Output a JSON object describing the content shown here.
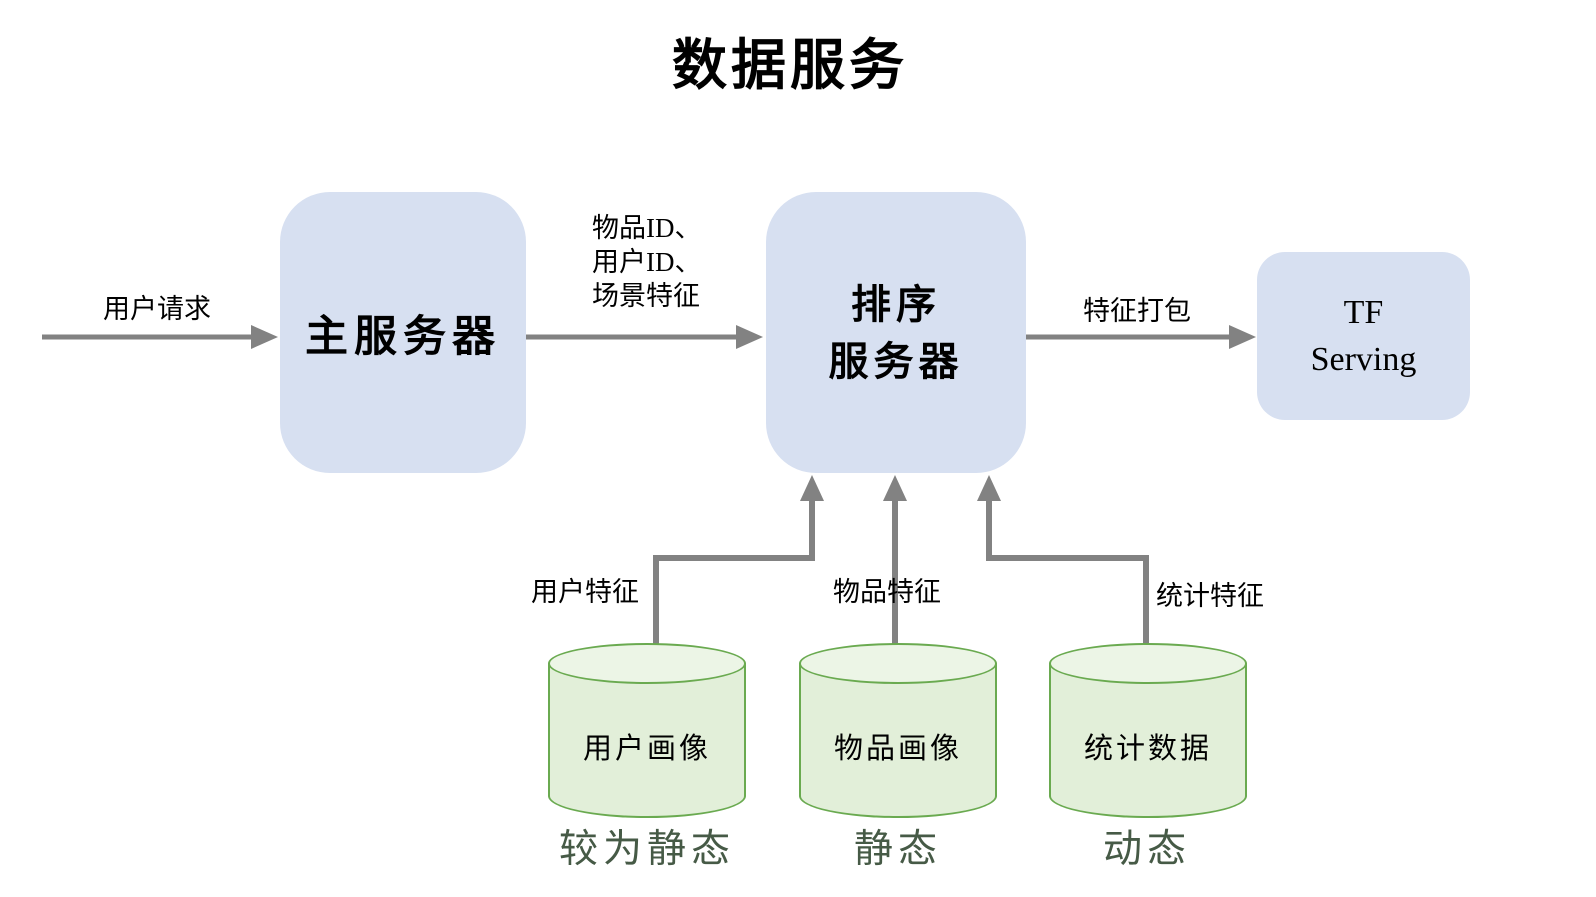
{
  "title": "数据服务",
  "colors": {
    "box_fill": "#d7e0f1",
    "cylinder_fill": "#e2efd9",
    "cylinder_top_fill": "#ecf5e6",
    "cylinder_border": "#6aaa50",
    "arrow": "#828282",
    "caption_text": "#465a46",
    "text": "#000000",
    "background": "#ffffff"
  },
  "nodes": {
    "main_server": {
      "label": "主服务器"
    },
    "ranking_server": {
      "lines": [
        "排序",
        "服务器"
      ]
    },
    "tf_serving": {
      "lines": [
        "TF",
        "Serving"
      ]
    }
  },
  "edges": {
    "user_request": {
      "label": "用户请求"
    },
    "request_payload": {
      "lines": [
        "物品ID、",
        "用户ID、",
        "场景特征"
      ]
    },
    "feature_packing": {
      "label": "特征打包"
    },
    "user_features": {
      "label": "用户特征"
    },
    "item_features": {
      "label": "物品特征"
    },
    "stat_features": {
      "label": "统计特征"
    }
  },
  "databases": [
    {
      "label": "用户画像",
      "caption": "较为静态"
    },
    {
      "label": "物品画像",
      "caption": "静态"
    },
    {
      "label": "统计数据",
      "caption": "动态"
    }
  ]
}
